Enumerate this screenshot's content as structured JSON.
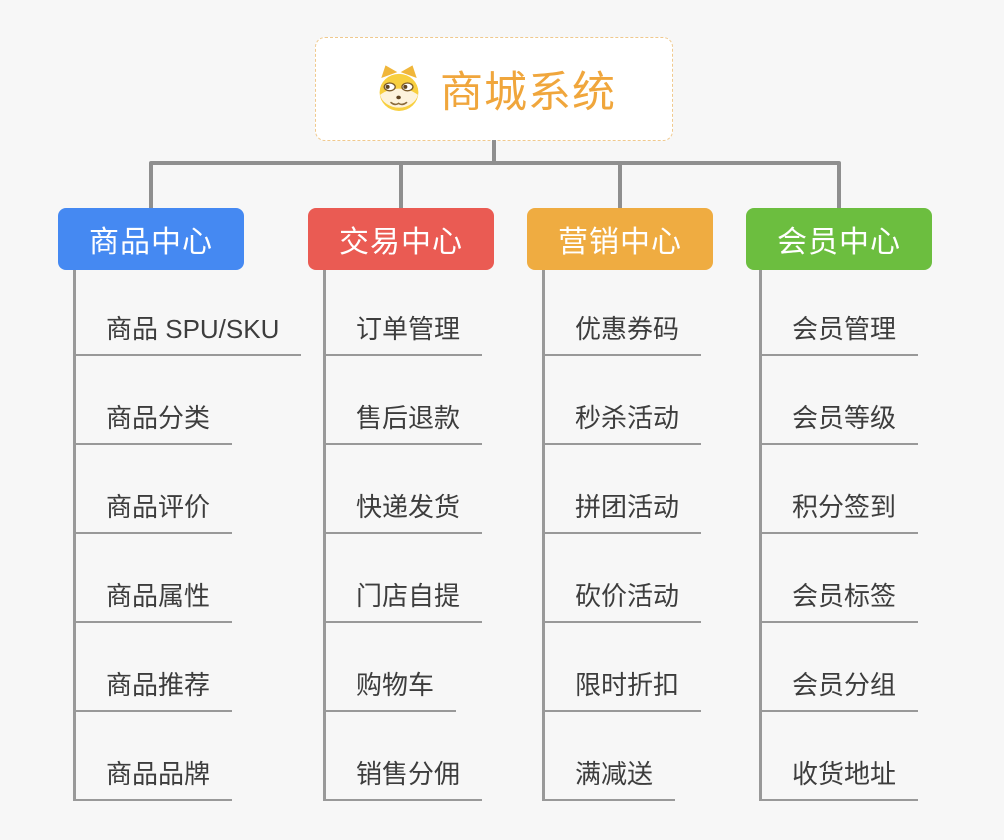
{
  "root": {
    "title": "商城系统",
    "icon": "doge-icon",
    "text_color": "#F0A63C"
  },
  "colors": {
    "background": "#f7f7f7",
    "connector": "#8f8f8f",
    "childline": "#999999",
    "childtext": "#3d3d3d",
    "rootborder": "#f0c98e"
  },
  "branches": [
    {
      "label": "商品中心",
      "color": "#4589F2",
      "children": [
        "商品 SPU/SKU",
        "商品分类",
        "商品评价",
        "商品属性",
        "商品推荐",
        "商品品牌"
      ]
    },
    {
      "label": "交易中心",
      "color": "#EA5B53",
      "children": [
        "订单管理",
        "售后退款",
        "快递发货",
        "门店自提",
        "购物车",
        "销售分佣"
      ]
    },
    {
      "label": "营销中心",
      "color": "#EFAC41",
      "children": [
        "优惠券码",
        "秒杀活动",
        "拼团活动",
        "砍价活动",
        "限时折扣",
        "满减送"
      ]
    },
    {
      "label": "会员中心",
      "color": "#6CBE3F",
      "children": [
        "会员管理",
        "会员等级",
        "积分签到",
        "会员标签",
        "会员分组",
        "收货地址"
      ]
    }
  ]
}
